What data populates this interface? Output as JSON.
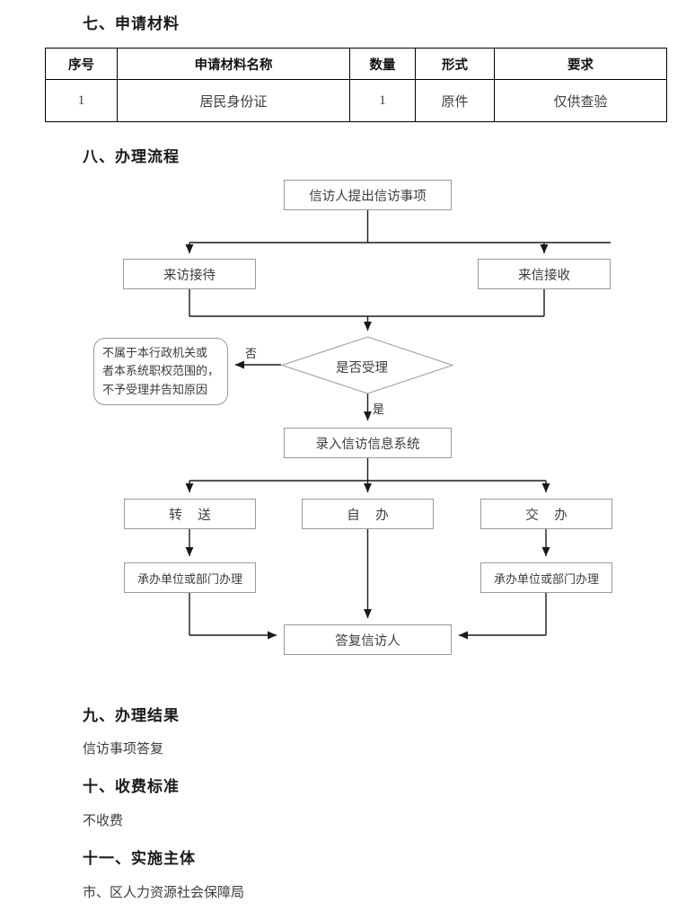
{
  "sections": {
    "materials": {
      "heading": "七、申请材料",
      "table": {
        "columns": [
          "序号",
          "申请材料名称",
          "数量",
          "形式",
          "要求"
        ],
        "rows": [
          [
            "1",
            "居民身份证",
            "1",
            "原件",
            "仅供查验"
          ]
        ]
      }
    },
    "process": {
      "heading": "八、办理流程"
    },
    "result": {
      "heading": "九、办理结果",
      "text": "信访事项答复"
    },
    "fee": {
      "heading": "十、收费标准",
      "text": "不收费"
    },
    "authority": {
      "heading": "十一、实施主体",
      "text": "市、区人力资源社会保障局"
    }
  },
  "flowchart": {
    "type": "flowchart",
    "nodes": {
      "start": "信访人提出信访事项",
      "visit_reception": "来访接待",
      "letter_reception": "来信接收",
      "decision": "是否受理",
      "reject": [
        "不属于本行政机关或",
        "者本系统职权范围的，",
        "不予受理并告知原因"
      ],
      "entry_system": "录入信访信息系统",
      "branch_transfer": "转 送",
      "branch_self": "自 办",
      "branch_assign": "交 办",
      "handle_left": "承办单位或部门办理",
      "handle_right": "承办单位或部门办理",
      "reply": "答复信访人"
    },
    "edge_labels": {
      "no": "否",
      "yes": "是"
    },
    "colors": {
      "box_border": "#9a9a9a",
      "line": "#1a1a1a",
      "text": "#3c3c3c"
    }
  }
}
